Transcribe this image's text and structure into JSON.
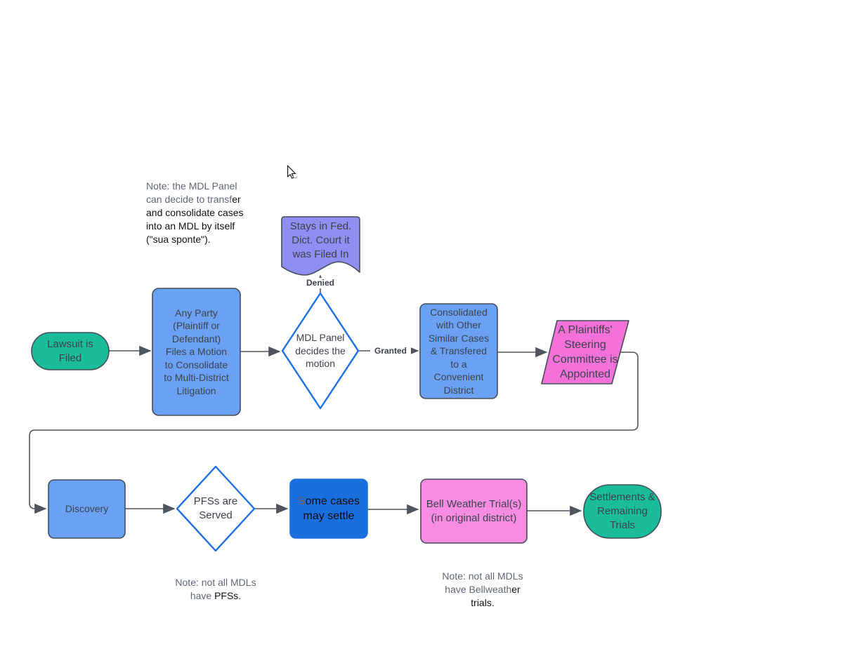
{
  "colors": {
    "canvas_bg": "#ffffff",
    "teal_fill": "#1abc9c",
    "light_blue_fill": "#6aa1f4",
    "dark_blue_fill": "#1a6fde",
    "purple_fill": "#908ef2",
    "pink_fill": "#f471da",
    "light_pink_fill": "#f88ce2",
    "diamond_stroke": "#1c6fe8",
    "shape_stroke": "#454d57",
    "edge_stroke": "#4e555e",
    "shape_text": "#3c434b",
    "note_gray": "#5e6873",
    "note_black": "#111111",
    "settle_letter_gray": "#6d6257",
    "settle_text": "#0a0a0a",
    "cursor_outline": "#0b0b0b",
    "cursor_fill": "#ffffff"
  },
  "nodes": {
    "lawsuit": {
      "label": "Lawsuit is\nFiled"
    },
    "motion": {
      "label": "Any Party\n(Plaintiff or\nDefendant)\nFiles a Motion\nto Consolidate\nto Multi-District\nLitigation"
    },
    "mdl_panel": {
      "label": "MDL Panel\ndecides the\nmotion"
    },
    "stays_in_court": {
      "label": "Stays in Fed.\nDict. Court it\nwas Filed In"
    },
    "consolidated": {
      "label": "Consolidated\nwith Other\nSimilar Cases\n& Transfered\nto a\nConvenient\nDistrict"
    },
    "steering_committee": {
      "label": "A Plaintiffs'\nSteering\nCommittee is\nAppointed"
    },
    "discovery": {
      "label": "Discovery"
    },
    "pfs_served": {
      "label": "PFSs are\nServed"
    },
    "settle": {
      "first_letter": "S",
      "rest": "ome cases\nmay settle"
    },
    "bellweather": {
      "label": "Bell Weather Trial(s)\n(in original district)"
    },
    "settlements": {
      "label": "Settlements &\nRemaining\nTrials"
    }
  },
  "edge_labels": {
    "denied": "Denied",
    "granted": "Granted"
  },
  "notes": {
    "sua_sponte": {
      "gray": "Note: the MDL Panel\ncan decide to transf",
      "black": "er\nand consolidate cases\ninto an MDL by itself\n(\"sua sponte\")."
    },
    "pfs": {
      "gray": "Note: not all MDLs\nhave ",
      "black": "PFSs."
    },
    "bellweather": {
      "gray": "Note: not all MDLs\nhave Bellweath",
      "black": "er\ntrials."
    }
  },
  "icons": {
    "cursor": "arrow-pointer"
  }
}
